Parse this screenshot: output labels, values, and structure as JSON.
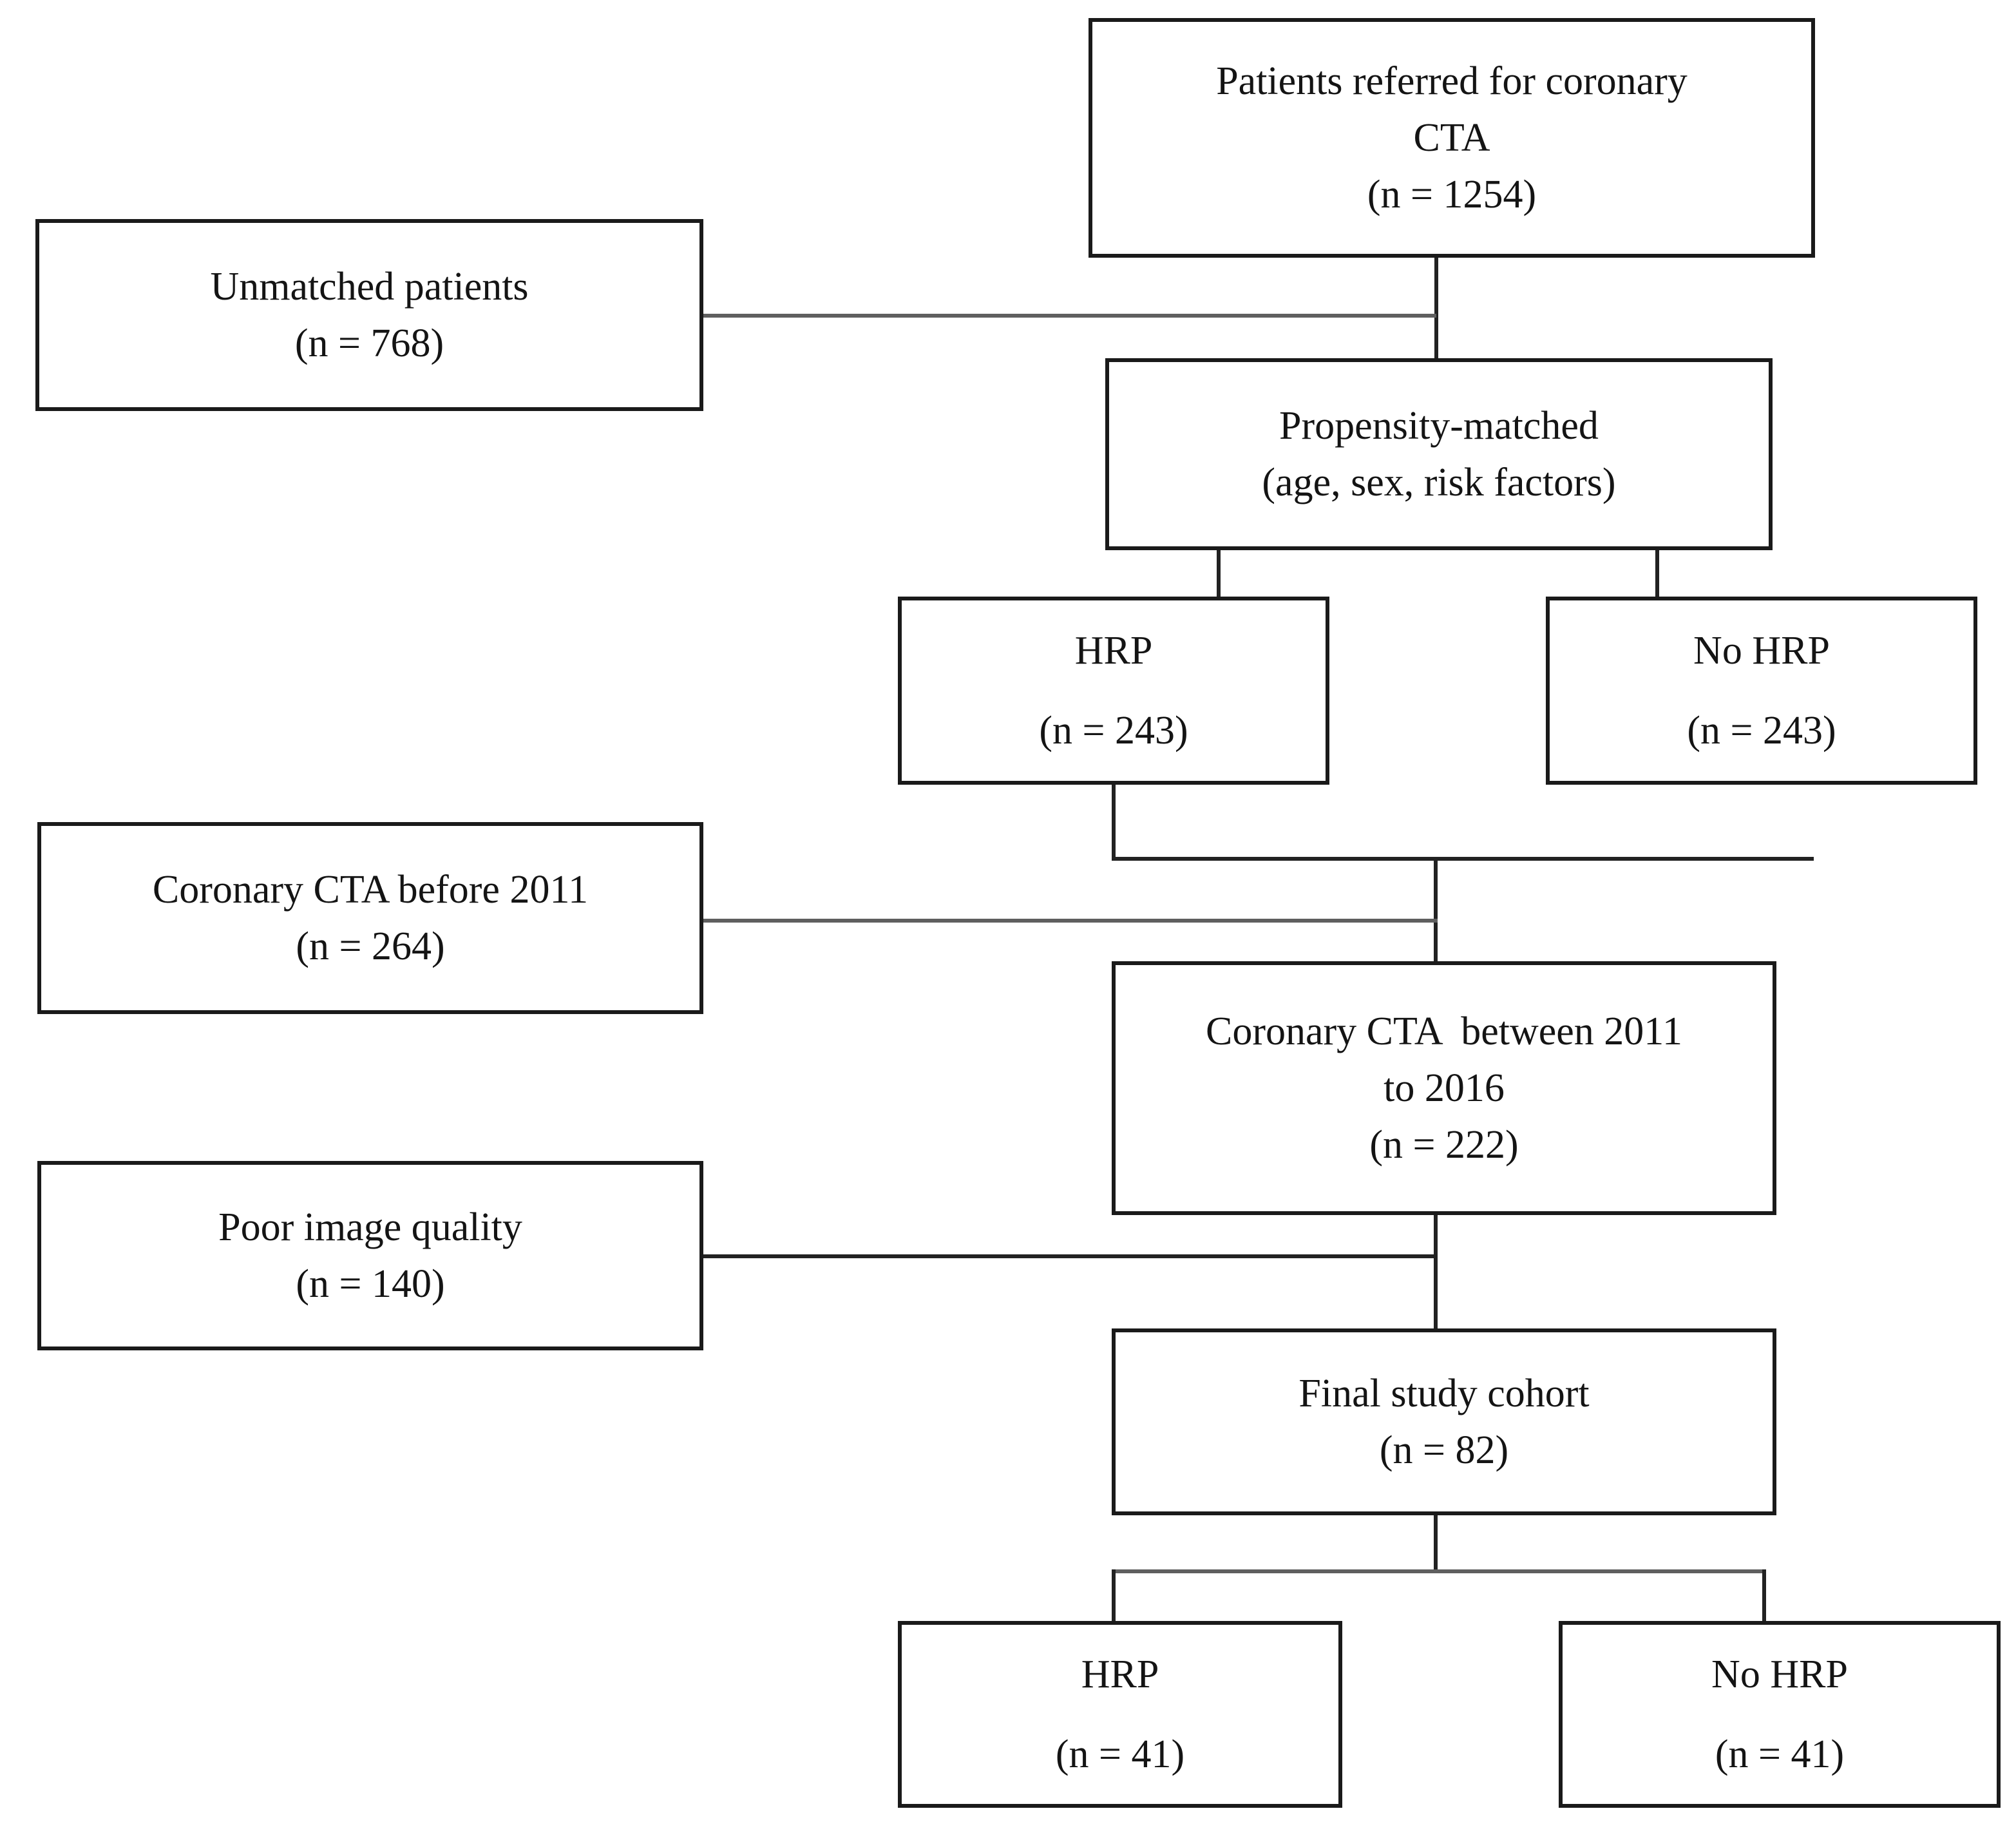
{
  "figure": {
    "type": "flowchart",
    "title": "Study population flow diagram",
    "accent_color": "#1a1a1a",
    "connector_color": "#222222",
    "background": "#ffffff"
  },
  "nodes": {
    "referred": {
      "name": "patients-referred-box",
      "line1": "Patients referred for coronary",
      "line2": "CTA",
      "line3": "(n = 1254)",
      "n": 1254
    },
    "unmatched": {
      "name": "unmatched-patients-box",
      "line1": "Unmatched patients",
      "line2": "(n = 768)",
      "n": 768
    },
    "matched": {
      "name": "propensity-matched-box",
      "line1": "Propensity-matched",
      "line2": "(age, sex, risk factors)"
    },
    "hrp_matched": {
      "name": "hrp-matched-box",
      "line1": "HRP",
      "line2": "(n = 243)",
      "n": 243
    },
    "nohrp_matched": {
      "name": "no-hrp-matched-box",
      "line1": "No HRP",
      "line2": "(n = 243)",
      "n": 243
    },
    "before2011": {
      "name": "cta-before-2011-box",
      "line1": "Coronary CTA before 2011",
      "line2": "(n = 264)",
      "n": 264
    },
    "between": {
      "name": "cta-2011-2016-box",
      "line1": "Coronary CTA  between 2011",
      "line2": "to 2016",
      "line3": "(n = 222)",
      "n": 222
    },
    "poorquality": {
      "name": "poor-image-quality-box",
      "line1": "Poor image quality",
      "line2": "(n = 140)",
      "n": 140
    },
    "final": {
      "name": "final-study-cohort-box",
      "line1": "Final study cohort",
      "line2": "(n = 82)",
      "n": 82
    },
    "hrp_final": {
      "name": "hrp-final-box",
      "line1": "HRP",
      "line2": "(n = 41)",
      "n": 41
    },
    "nohrp_final": {
      "name": "no-hrp-final-box",
      "line1": "No HRP",
      "line2": "(n = 41)",
      "n": 41
    }
  }
}
